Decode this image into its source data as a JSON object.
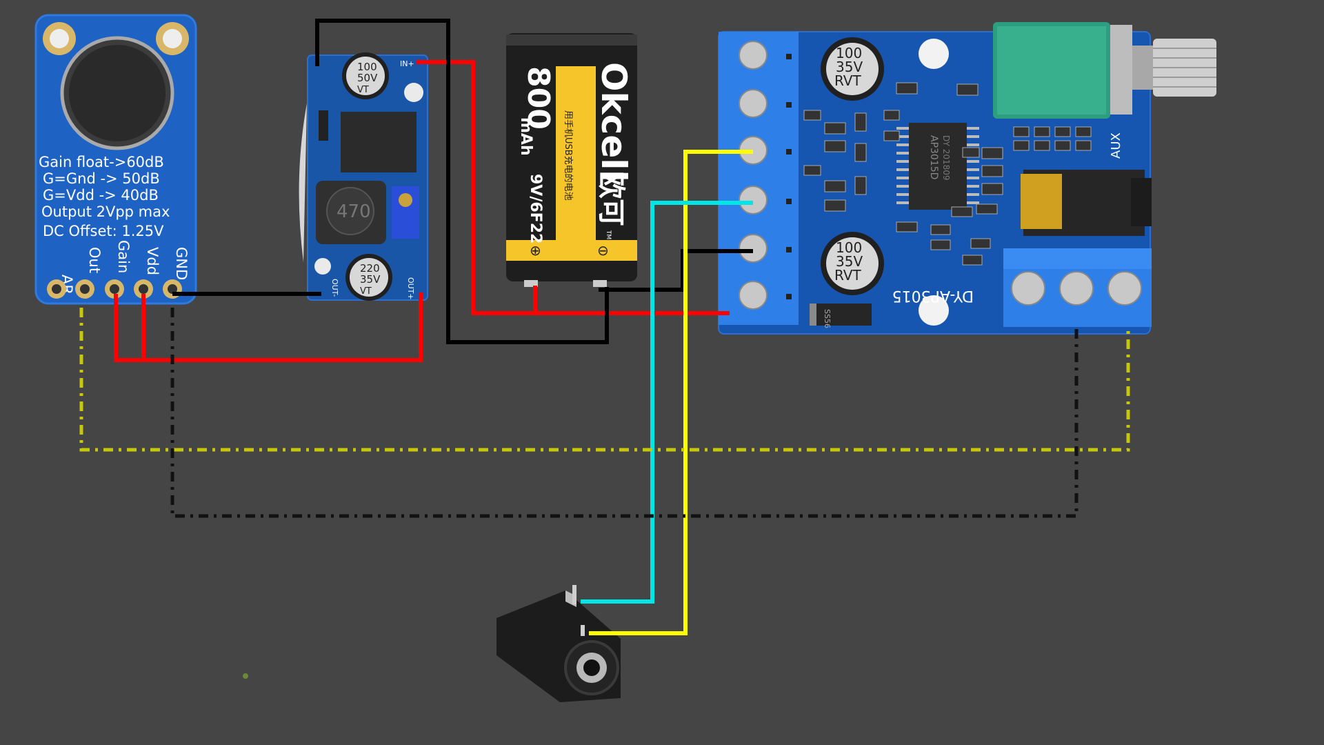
{
  "mic_module": {
    "lines": [
      "Gain float->60dB",
      "G=Gnd -> 50dB",
      "G=Vdd -> 40dB",
      "Output 2Vpp max",
      "DC Offset: 1.25V"
    ],
    "pins": [
      "AR",
      "Out",
      "Gain",
      "Vdd",
      "GND"
    ]
  },
  "buck_converter": {
    "input_cap": [
      "100",
      "50V",
      "VT"
    ],
    "output_cap": [
      "220",
      "35V",
      "VT"
    ],
    "inductor": "470",
    "in_plus": "IN+",
    "out_minus": "OUT-",
    "out_plus": "OUT+"
  },
  "battery": {
    "capacity": "800",
    "unit": "mAh",
    "brand": "Okcell",
    "brand_cn": "欧可",
    "voltage": "9V/6F22",
    "note": "用手机USB充电的电池",
    "tm": "TM",
    "plus": "⊕",
    "minus": "⊖"
  },
  "amplifier": {
    "model": "DY-AP3015",
    "chip_line1": "AP3015D",
    "chip_line2": "DY 201809",
    "cap1": [
      "100",
      "35V",
      "RVT"
    ],
    "cap2": [
      "100",
      "35V",
      "RVT"
    ],
    "aux_label": "AUX",
    "diode": "SS56"
  },
  "wire_colors": {
    "power_positive": "#ff0000",
    "ground": "#000000",
    "audio_signal_yellow": "#ffff00",
    "audio_signal_cyan": "#00e5e5",
    "mic_output_link": "#c8c80a",
    "ground_link": "#111111",
    "background": "#454545"
  }
}
